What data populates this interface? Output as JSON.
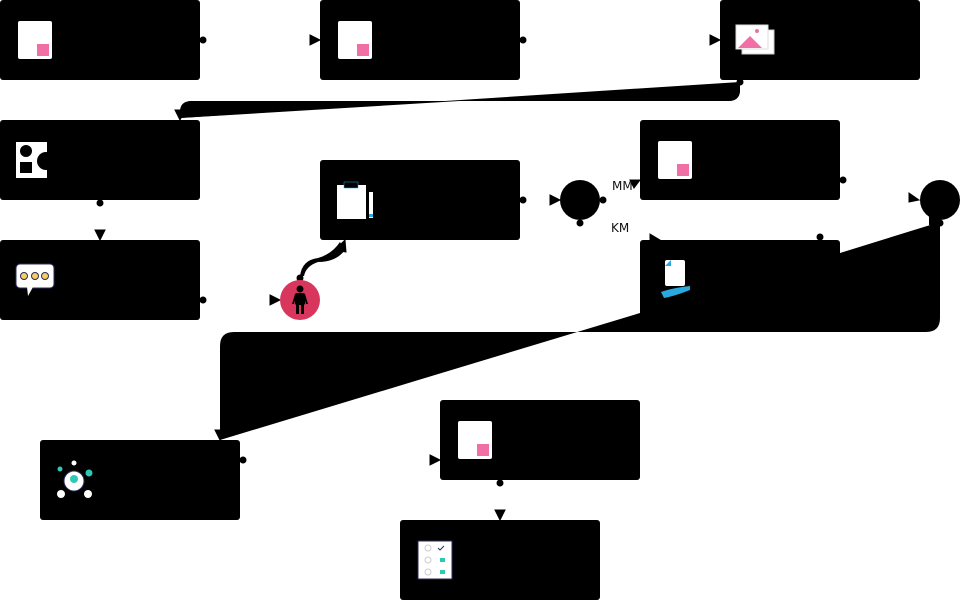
{
  "edge_labels": {
    "mm": "MM",
    "km": "KM"
  },
  "colors": {
    "node": "#000000",
    "accent_pink": "#f06fa5",
    "person_circle": "#d9365e",
    "blue": "#2aa8e0",
    "teal": "#2cc9b6",
    "yellow": "#f5cf5f"
  },
  "nodes": [
    {
      "id": "n1",
      "icon": "document-icon"
    },
    {
      "id": "n2",
      "icon": "document-icon"
    },
    {
      "id": "n3",
      "icon": "image-icon"
    },
    {
      "id": "n4",
      "icon": "shapes-icon"
    },
    {
      "id": "n5",
      "icon": "clipboard-icon"
    },
    {
      "id": "n6",
      "icon": "document-icon"
    },
    {
      "id": "n7",
      "icon": "chat-bubble-icon"
    },
    {
      "id": "n8",
      "icon": "document-hand-icon"
    },
    {
      "id": "n9",
      "icon": "idea-network-icon"
    },
    {
      "id": "n10",
      "icon": "document-icon"
    },
    {
      "id": "n11",
      "icon": "checklist-icon"
    }
  ]
}
